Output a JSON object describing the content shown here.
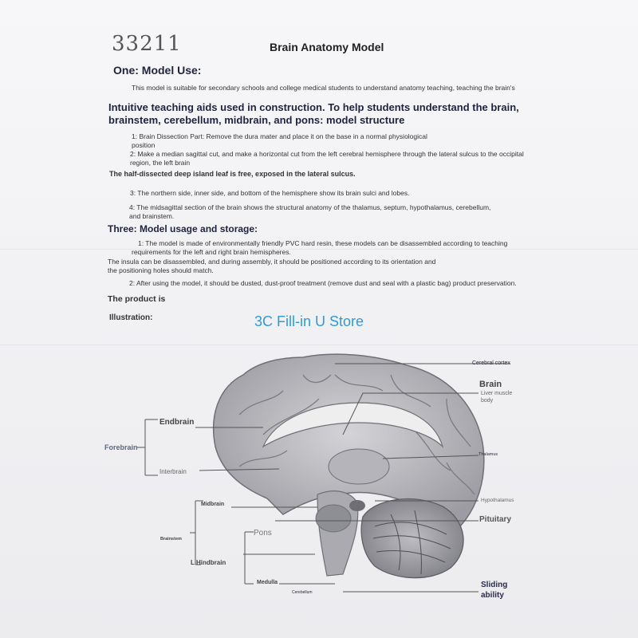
{
  "doc": {
    "model_number": "33211",
    "title": "Brain Anatomy Model",
    "section1": {
      "heading": "One: Model Use:",
      "text": "This model is suitable for secondary schools and college medical students to understand anatomy teaching, teaching the brain's"
    },
    "section2": {
      "heading_line1": "Intuitive teaching aids used in construction. To help students understand the brain,",
      "heading_line2": "brainstem, cerebellum, midbrain, and pons: model structure",
      "item1_line1": "1: Brain Dissection Part: Remove the dura mater and place it on the base in a normal physiological",
      "item1_line2": "position",
      "item2_line1": "2: Make a median sagittal cut, and make a horizontal cut from the left cerebral hemisphere through the lateral sulcus to the occipital",
      "item2_line2": "region, the left brain",
      "note": "The half-dissected deep island leaf is free, exposed in the lateral sulcus.",
      "item3": "3: The northern side, inner side, and bottom of the hemisphere show its brain sulci and lobes.",
      "item4_line1": "4: The midsagittal section of the brain shows the structural anatomy of the thalamus, septum, hypothalamus, cerebellum,",
      "item4_line2": "and brainstem."
    },
    "section3": {
      "heading": "Three: Model usage and storage:",
      "item1_line1": "1: The model is made of environmentally friendly PVC hard resin, these models can be disassembled according to teaching",
      "item1_line2": "requirements for the left and right brain hemispheres.",
      "note_line1": "The insula can be disassembled, and during assembly, it should be positioned according to its orientation and",
      "note_line2": "the positioning holes should match.",
      "item2": "2: After using the model, it should be dusted, dust-proof treatment (remove dust and seal with a plastic bag) product preservation."
    },
    "product_is": "The product is",
    "illustration": "Illustration:",
    "store_name": "3C Fill-in U Store"
  },
  "diagram": {
    "labels": {
      "cerebral_cortex": "Cerebral cortex",
      "brain": "Brain",
      "liver_muscle_line1": "Liver muscle",
      "liver_muscle_line2": "body",
      "endbrain": "Endbrain",
      "forebrain": "Forebrain",
      "interbrain": "Interbrain",
      "thalamus": "Thalamus",
      "midbrain": "Midbrain",
      "hypothalamus": "Hypothalamus",
      "pons": "Pons",
      "pituitary": "Pituitary",
      "brainstem": "Brainstem",
      "hindbrain": "L Hindbrain",
      "medulla": "Medulla",
      "cerebellum": "Cerebellum",
      "sliding_line1": "Sliding",
      "sliding_line2": "ability"
    }
  }
}
